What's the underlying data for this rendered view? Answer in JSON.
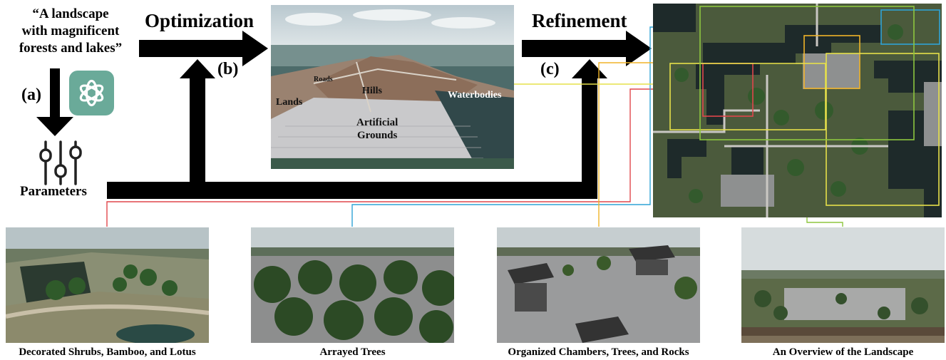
{
  "prompt": {
    "line1": "“A landscape",
    "line2": "with magnificent",
    "line3": "forests and lakes”"
  },
  "steps": {
    "a": "(a)",
    "b": "(b)",
    "c": "(c)"
  },
  "stages": {
    "optimization": "Optimization",
    "refinement": "Refinement"
  },
  "parameters_label": "Parameters",
  "icons": [
    "chatgpt-logo-icon",
    "sliders-icon"
  ],
  "scene_labels": {
    "roads": "Roads",
    "hills": "Hills",
    "lands": "Lands",
    "waterbodies": "Waterbodies",
    "artificial_line1": "Artificial",
    "artificial_line2": "Grounds"
  },
  "captions": {
    "shrubs": "Decorated Shrubs, Bamboo, and Lotus",
    "trees": "Arrayed Trees",
    "chambers": "Organized Chambers, Trees, and Rocks",
    "overview": "An Overview of the Landscape"
  },
  "colors": {
    "red": "#e0474c",
    "blue": "#2fa3d6",
    "orange": "#f0b429",
    "yellow": "#e6e04a",
    "green": "#8dc63f",
    "logo": "#6aaa99"
  }
}
